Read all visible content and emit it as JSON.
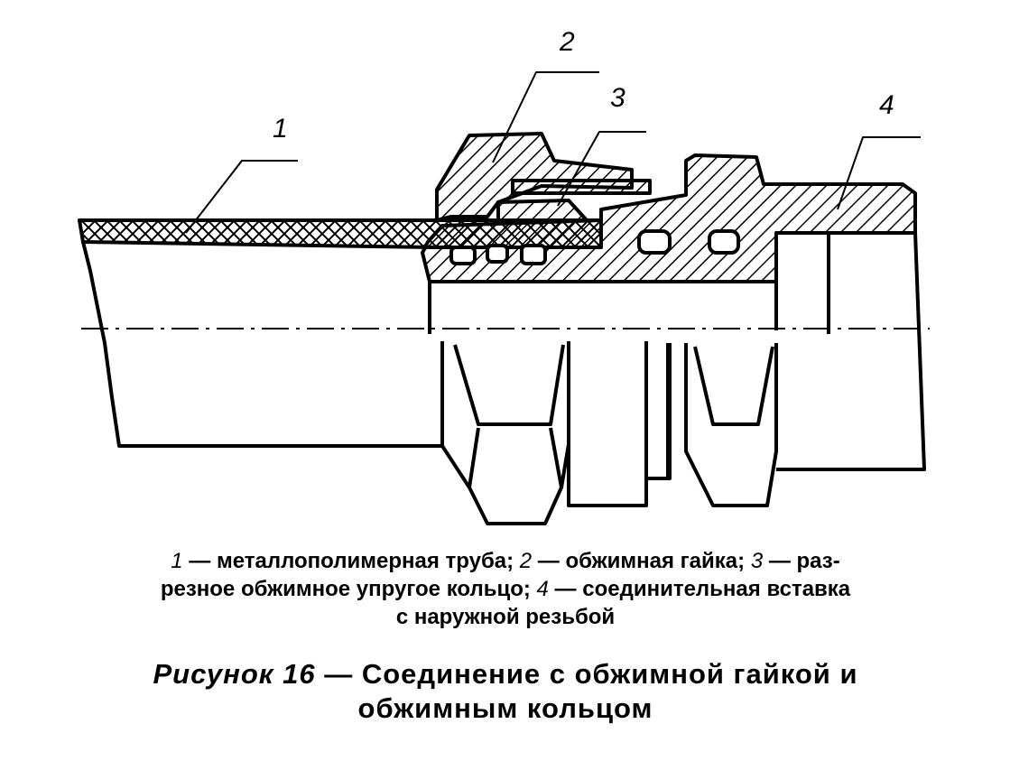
{
  "callouts": [
    {
      "num": "1"
    },
    {
      "num": "2"
    },
    {
      "num": "3"
    },
    {
      "num": "4"
    }
  ],
  "legend": {
    "items": [
      {
        "num": "1",
        "text": " — металлополимерная труба; "
      },
      {
        "num": "2",
        "text": " — обжимная гайка; "
      },
      {
        "num": "3",
        "text": " — раз-"
      }
    ],
    "line2_text": "резное обжимное упругое кольцо; ",
    "line2_num": "4",
    "line2_rest": " — соединительная вставка",
    "line3": "с наружной резьбой"
  },
  "figure_title": {
    "word": "Рисунок 16",
    "rest_line1": " — Соединение с обжимной гайкой и",
    "line2": "обжимным кольцом"
  }
}
